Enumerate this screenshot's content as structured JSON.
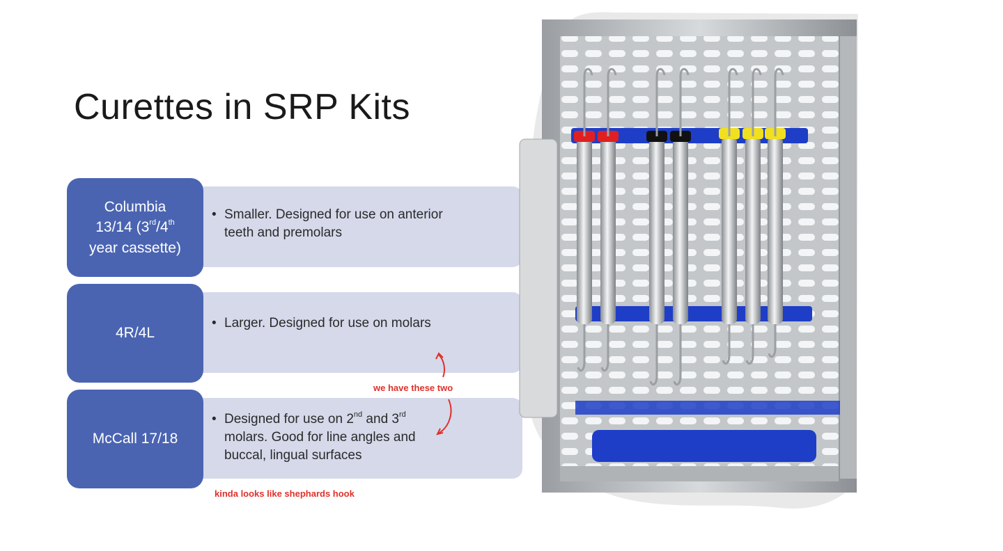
{
  "slide": {
    "title": "Curettes in SRP Kits"
  },
  "rows": [
    {
      "label_parts": [
        "Columbia",
        "13/14 (3",
        "rd",
        "/4",
        "th",
        "year cassette)"
      ],
      "detail": "Smaller.  Designed for use on anterior teeth and premolars"
    },
    {
      "label_parts": [
        "4R/4L"
      ],
      "detail": "Larger.  Designed for use on molars"
    },
    {
      "label_parts": [
        "McCall 17/18"
      ],
      "detail_parts": [
        "Designed for use on 2",
        "nd",
        " and 3",
        "rd",
        " molars.  Good for line angles and buccal, lingual surfaces"
      ]
    }
  ],
  "annotations": {
    "we_have": "we have these two",
    "hook": "kinda looks like shephards hook",
    "color": "#e0302a"
  },
  "colors": {
    "label_box": "#4a64b2",
    "detail_box": "#d5d9ea",
    "title": "#1a1a1a",
    "handle_bands": [
      "#e02020",
      "#e02020",
      "#111111",
      "#111111",
      "#f0e020",
      "#f0e020",
      "#f0e020"
    ],
    "rack": "#1e3ec8"
  }
}
